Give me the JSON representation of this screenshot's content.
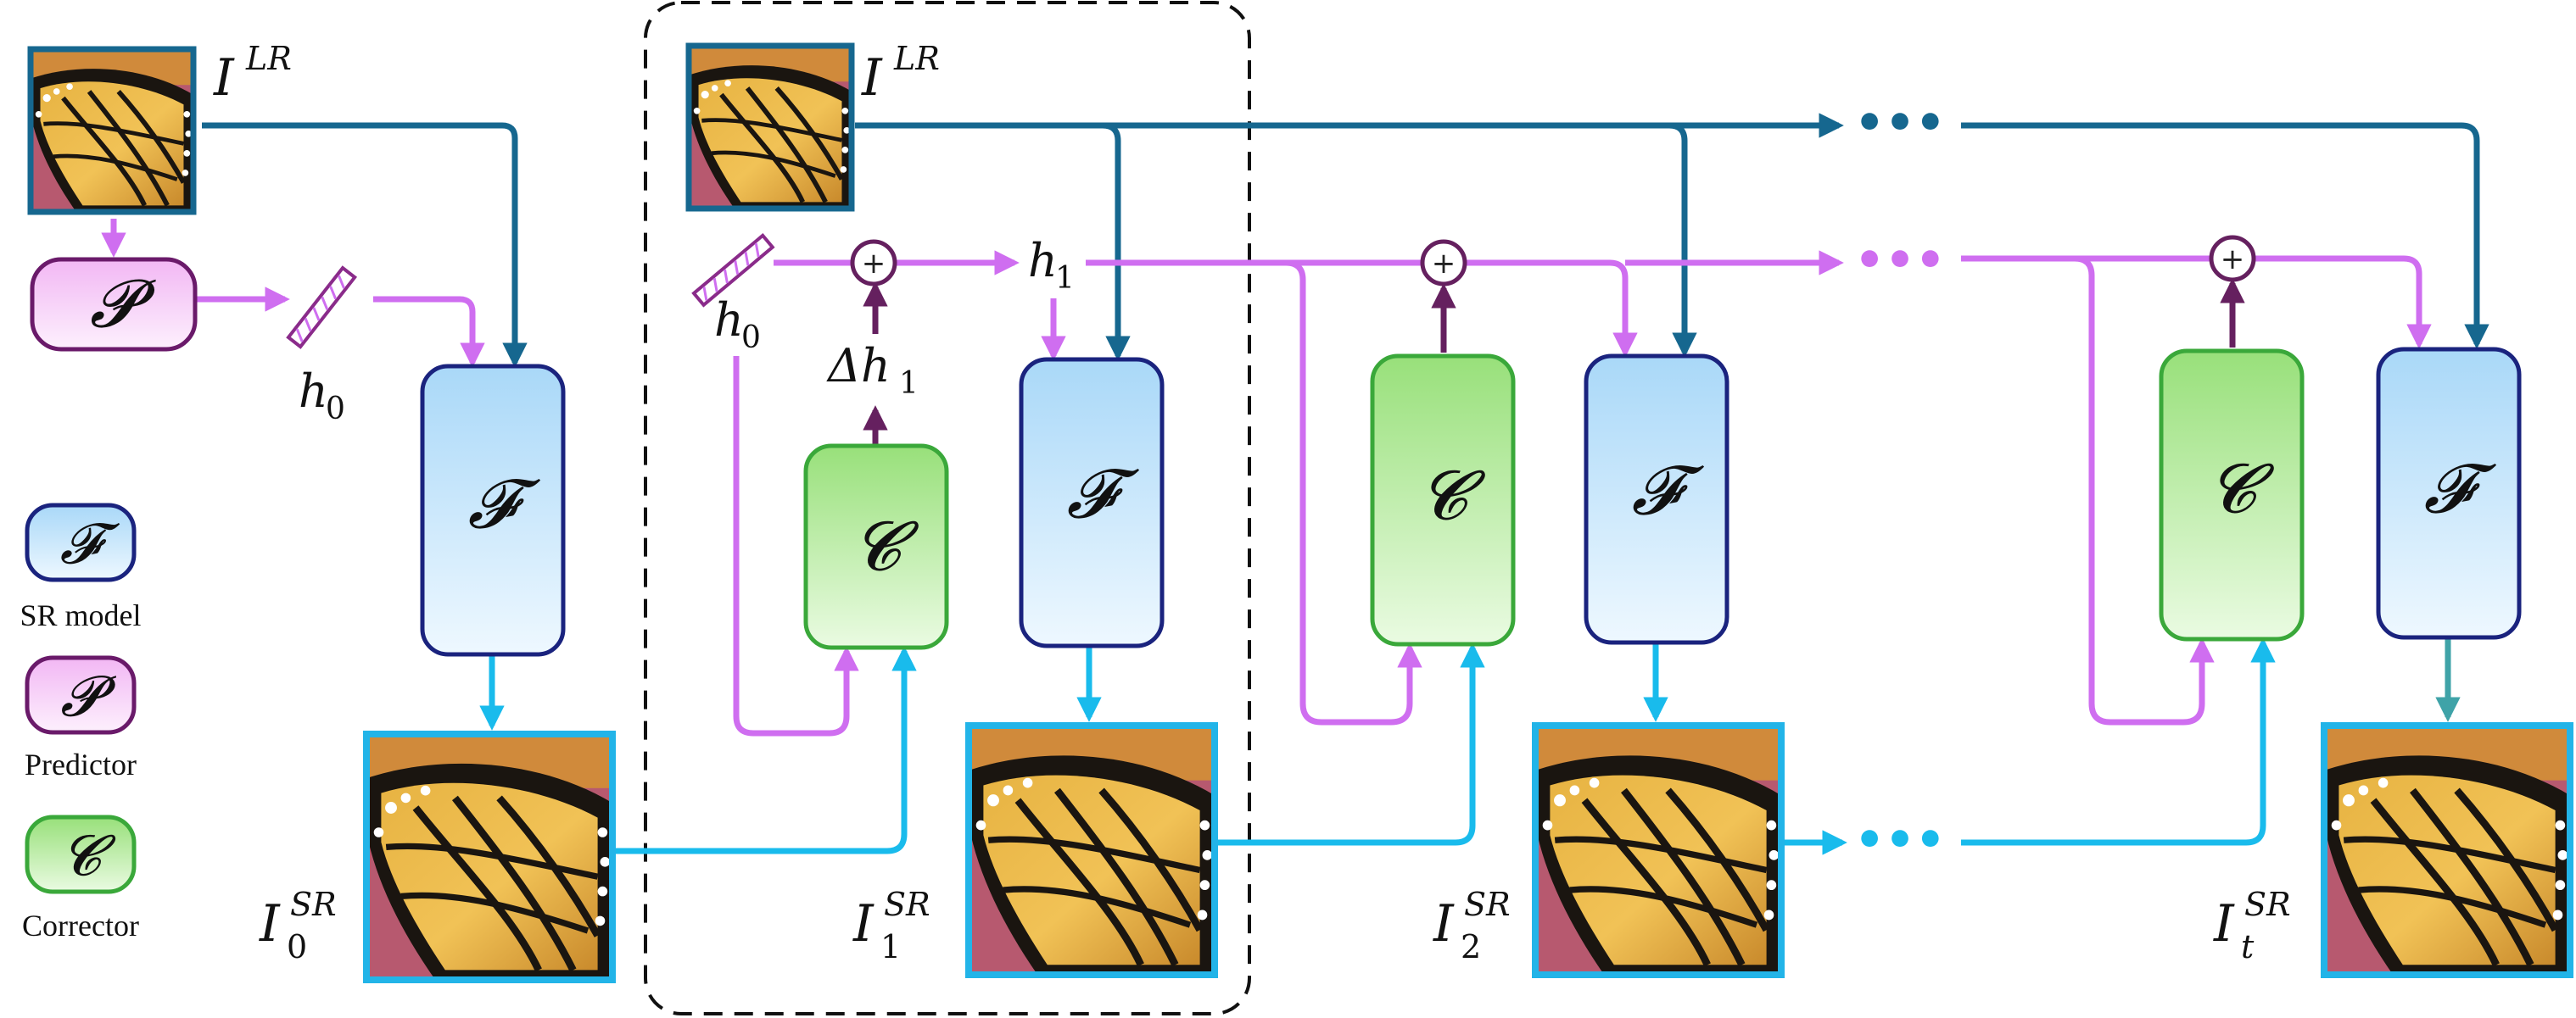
{
  "colors": {
    "lr_arrow": "#16678f",
    "hidden_arrow": "#cf6ef0",
    "sr_arrow": "#19bbec",
    "delta_arrow": "#65205f",
    "sr_block_fill": "#c5e6fb",
    "sr_block_border": "#1a237e",
    "corrector_fill": "#b2ea9b",
    "corrector_border": "#3aa83a",
    "predictor_fill": "#f5c8f6",
    "predictor_border": "#6a1a6a",
    "image_frame": "#22b4e8",
    "lr_frame": "#16678f",
    "dashed_box": "#111111"
  },
  "labels": {
    "lr_left": "I",
    "lr_left_sup": "LR",
    "lr_mid": "I",
    "lr_mid_sup": "LR",
    "h0_left": "h",
    "h0_left_sub": "0",
    "h0_mid": "h",
    "h0_mid_sub": "0",
    "h1": "h",
    "h1_sub": "1",
    "delta_h1": "Δh",
    "delta_h1_sub": "1",
    "sr0": "I",
    "sr0_sup": "SR",
    "sr0_sub": "0",
    "sr1": "I",
    "sr1_sup": "SR",
    "sr1_sub": "1",
    "sr2": "I",
    "sr2_sup": "SR",
    "sr2_sub": "2",
    "srt": "I",
    "srt_sup": "SR",
    "srt_sub": "t",
    "ellipsis": "•••",
    "plus": "+"
  },
  "blocks": {
    "sr_model_symbol": "𝓕",
    "predictor_symbol": "𝓟",
    "corrector_symbol": "𝓒"
  },
  "legend": {
    "sr_model": "SR model",
    "predictor": "Predictor",
    "corrector": "Corrector"
  }
}
